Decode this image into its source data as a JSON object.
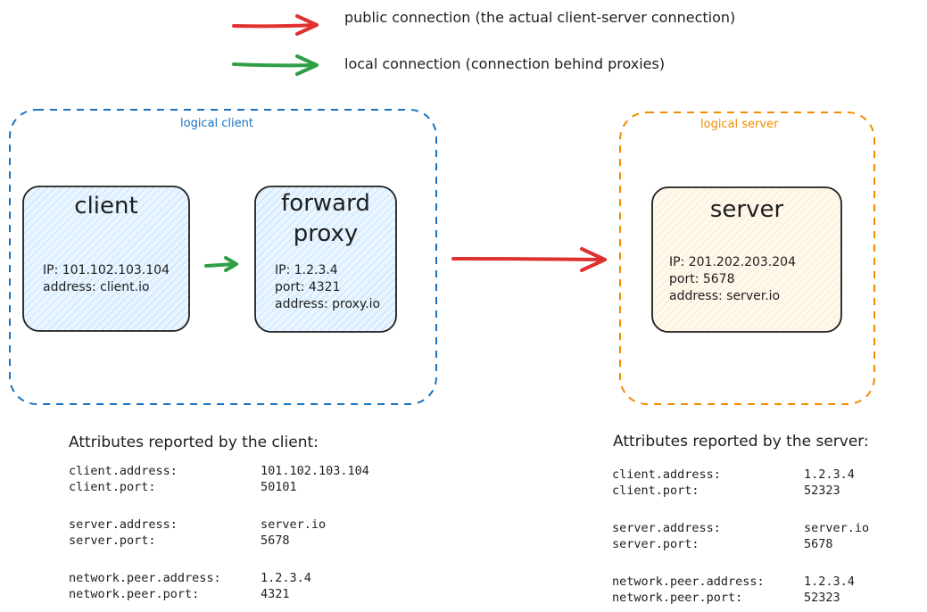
{
  "legend": [
    {
      "color": "#e03131",
      "text": "public connection (the actual client-server connection)"
    },
    {
      "color": "#2f9e44",
      "text": "local connection (connection behind proxies)"
    }
  ],
  "groups": {
    "client": {
      "label": "logical client",
      "color": "#1971c2"
    },
    "server": {
      "label": "logical server",
      "color": "#f08c00"
    }
  },
  "nodes": {
    "client": {
      "title": [
        "client"
      ],
      "lines": [
        "IP: 101.102.103.104",
        "address: client.io"
      ],
      "fill": "#a5d8ff"
    },
    "proxy": {
      "title": [
        "forward",
        "proxy"
      ],
      "lines": [
        "IP: 1.2.3.4",
        "port: 4321",
        "address: proxy.io"
      ],
      "fill": "#a5d8ff"
    },
    "server": {
      "title": [
        "server"
      ],
      "lines": [
        "IP: 201.202.203.204",
        "port: 5678",
        "address: server.io"
      ],
      "fill": "#ffec99"
    }
  },
  "edges": [
    {
      "from": "client",
      "to": "proxy",
      "kind": "local"
    },
    {
      "from": "proxy",
      "to": "server",
      "kind": "public"
    }
  ],
  "attributes": {
    "client": {
      "title": "Attributes reported by the client:",
      "groups": [
        [
          [
            "client.address:",
            "101.102.103.104"
          ],
          [
            "client.port:",
            "50101"
          ]
        ],
        [
          [
            "server.address:",
            "server.io"
          ],
          [
            "server.port:",
            "5678"
          ]
        ],
        [
          [
            "network.peer.address:",
            "1.2.3.4"
          ],
          [
            "network.peer.port:",
            "4321"
          ]
        ]
      ]
    },
    "server": {
      "title": "Attributes reported by the server:",
      "groups": [
        [
          [
            "client.address:",
            "1.2.3.4"
          ],
          [
            "client.port:",
            "52323"
          ]
        ],
        [
          [
            "server.address:",
            "server.io"
          ],
          [
            "server.port:",
            "5678"
          ]
        ],
        [
          [
            "network.peer.address:",
            "1.2.3.4"
          ],
          [
            "network.peer.port:",
            "52323"
          ]
        ]
      ]
    }
  }
}
